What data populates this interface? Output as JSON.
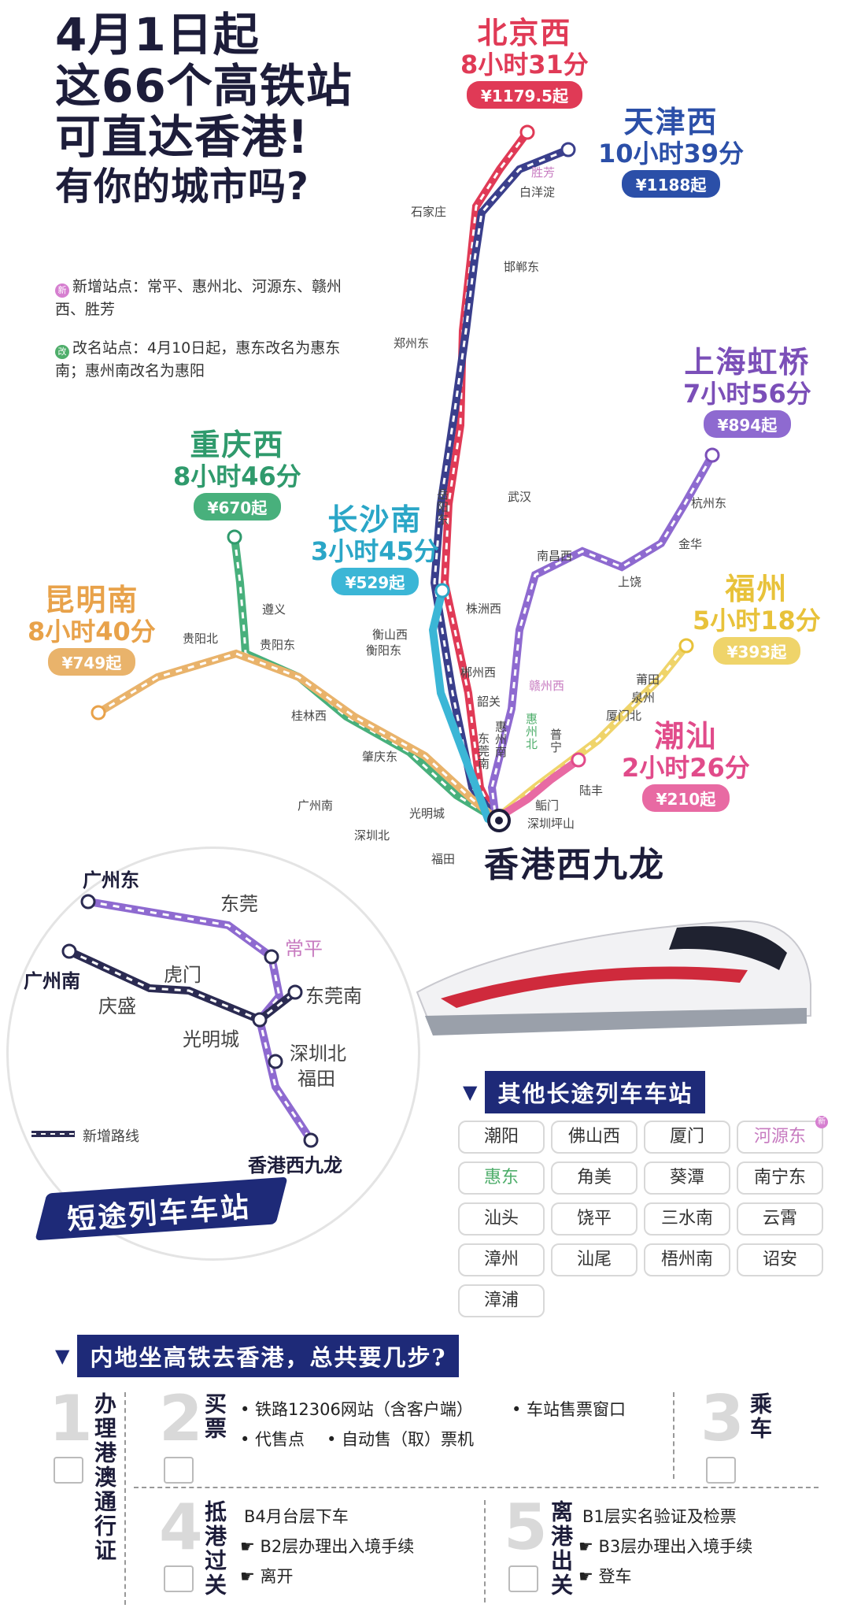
{
  "headline": {
    "line1": "4月1日起",
    "line2": "这66个高铁站",
    "line3": "可直达香港!",
    "line4": "有你的城市吗?"
  },
  "notes": {
    "new_icon": "新",
    "new_text": "新增站点：常平、惠州北、河源东、赣州西、胜芳",
    "rename_icon": "改",
    "rename_text": "改名站点：4月10日起，惠东改名为惠东南；惠州南改名为惠阳"
  },
  "destinations": {
    "beijing": {
      "name": "北京西",
      "time": "8小时31分",
      "price": "¥1179.5起",
      "color": "#e03a56"
    },
    "tianjin": {
      "name": "天津西",
      "time": "10小时39分",
      "price": "¥1188起",
      "color": "#2b4fa8"
    },
    "shanghai": {
      "name": "上海虹桥",
      "time": "7小时56分",
      "price": "¥894起",
      "color": "#7b4fb8"
    },
    "chongqing": {
      "name": "重庆西",
      "time": "8小时46分",
      "price": "¥670起",
      "color": "#2f9a6c"
    },
    "changsha": {
      "name": "长沙南",
      "time": "3小时45分",
      "price": "¥529起",
      "color": "#2aa6c7"
    },
    "kunming": {
      "name": "昆明南",
      "time": "8小时40分",
      "price": "¥749起",
      "color": "#e8a24a"
    },
    "fuzhou": {
      "name": "福州",
      "time": "5小时18分",
      "price": "¥393起",
      "color": "#e8c23a"
    },
    "chaoshan": {
      "name": "潮汕",
      "time": "2小时26分",
      "price": "¥210起",
      "color": "#e14b8a"
    }
  },
  "stations": {
    "shengfang": "胜芳",
    "baiyangdian": "白洋淀",
    "shijiazhuang": "石家庄",
    "handandong": "邯郸东",
    "zhengzhoudong": "郑州东",
    "wuhan": "武汉",
    "yueyangdong": "岳阳东",
    "zhuzhouxi": "株洲西",
    "hengshanxi": "衡山西",
    "hengyangdong": "衡阳东",
    "chenzhouxi": "郴州西",
    "shaoguan": "韶关",
    "dongguannan": "东莞南",
    "huizhoubei": "惠州北",
    "huizhounan": "惠州南",
    "nanchangxi": "南昌西",
    "shangrao": "上饶",
    "jinhua": "金华",
    "hangzhoudong": "杭州东",
    "ganzhouxi": "赣州西",
    "putian": "莆田",
    "quanzhou": "泉州",
    "xiamenbei": "厦门北",
    "puning": "普宁",
    "lufeng": "陆丰",
    "shenmen": "鲘门",
    "shenzhenpingshan": "深圳坪山",
    "guiyangbei": "贵阳北",
    "zunyi": "遵义",
    "guiyangdong": "贵阳东",
    "guilinxi": "桂林西",
    "zhaoqingdong": "肇庆东",
    "guangzhounan": "广州南",
    "guangmingcheng": "光明城",
    "shenzhenbei": "深圳北",
    "futian": "福田"
  },
  "hk_terminal": "香港西九龙",
  "short_route": {
    "guangzhoudong": "广州东",
    "dongguan": "东莞",
    "changping": "常平",
    "guangzhounan": "广州南",
    "humen": "虎门",
    "qingsheng": "庆盛",
    "dongguannan": "东莞南",
    "guangmingcheng": "光明城",
    "shenzhenbei": "深圳北",
    "futian": "福田",
    "hk": "香港西九龙",
    "legend": "新增路线",
    "banner": "短途列车车站"
  },
  "long_stations": {
    "title": "其他长途列车车站",
    "items": [
      "潮阳",
      "佛山西",
      "厦门",
      "河源东",
      "惠东",
      "角美",
      "葵潭",
      "南宁东",
      "汕头",
      "饶平",
      "三水南",
      "云霄",
      "漳州",
      "汕尾",
      "梧州南",
      "诏安",
      "漳浦"
    ]
  },
  "steps": {
    "title": "内地坐高铁去香港，总共要几步?",
    "s1": {
      "num": "1",
      "title": "办理港澳通行证"
    },
    "s2": {
      "num": "2",
      "title": "买票",
      "a": "• 铁路12306网站（含客户端）",
      "b": "• 车站售票窗口",
      "c": "• 代售点",
      "d": "• 自动售（取）票机"
    },
    "s3": {
      "num": "3",
      "title": "乘车"
    },
    "s4": {
      "num": "4",
      "title": "抵港过关",
      "a": "B4月台层下车",
      "b": "B2层办理出入境手续",
      "c": "离开"
    },
    "s5": {
      "num": "5",
      "title": "离港出关",
      "a": "B1层实名验证及检票",
      "b": "B3层办理出入境手续",
      "c": "登车"
    }
  }
}
